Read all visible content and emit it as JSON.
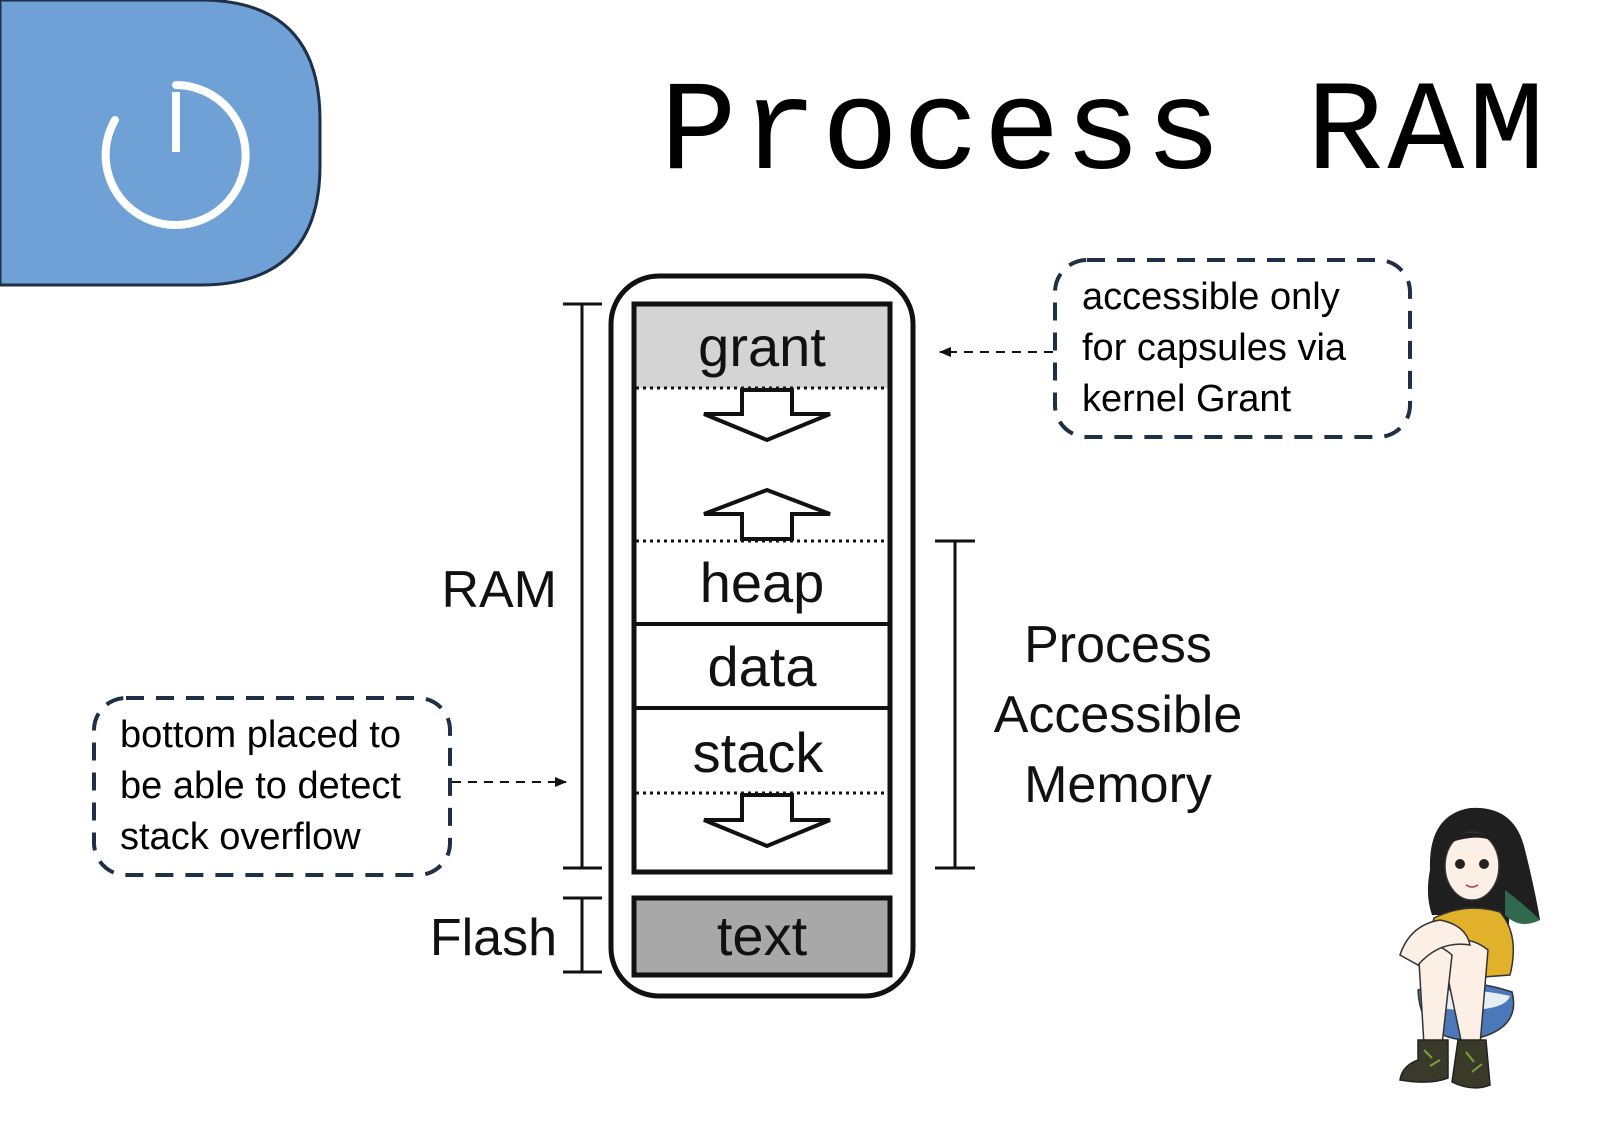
{
  "slide": {
    "title": "Process RAM",
    "logo_icon": "power-icon",
    "accent_color": "#6fa1d6"
  },
  "memory": {
    "segments": {
      "grant": "grant",
      "heap": "heap",
      "data": "data",
      "stack": "stack",
      "text": "text"
    },
    "ram_label": "RAM",
    "flash_label": "Flash",
    "process_accessible_label": [
      "Process",
      "Accessible",
      "Memory"
    ],
    "grant_fill": "#d4d4d4",
    "text_fill": "#a8a8a8"
  },
  "notes": {
    "grant_note": [
      "accessible only",
      "for capsules via",
      "kernel Grant"
    ],
    "stack_note": [
      "bottom placed to",
      "be able to detect",
      "stack overflow"
    ]
  },
  "illustration": "girl-character-illustration"
}
